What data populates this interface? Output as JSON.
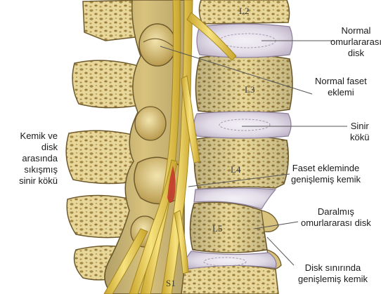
{
  "labels": {
    "normal_disc": [
      "Normal",
      "omurlararası",
      "disk"
    ],
    "normal_facet": [
      "Normal faset",
      "eklemi"
    ],
    "nerve_root": [
      "Sinir",
      "kökü"
    ],
    "facet_enlarged": [
      "Faset ekleminde",
      "genişlemiş kemik"
    ],
    "narrowed_disc": [
      "Daralmış",
      "omurlararası disk"
    ],
    "disc_margin_bone": [
      "Disk sınırında",
      "genişlemiş kemik"
    ],
    "compressed_root": [
      "Kemik ve",
      "disk",
      "arasında",
      "sıkışmış",
      "sinir kökü"
    ]
  },
  "vertebra_labels": [
    "L2",
    "L3",
    "L4",
    "L5",
    "S1"
  ],
  "colors": {
    "bone": "#e7d79a",
    "bone_dark": "#b89a4e",
    "bone_edge": "#6e5a2c",
    "trabecula": "#a78a45",
    "disc": "#e6e1ea",
    "disc_core": "#cfc6d6",
    "nerve": "#f1d45d",
    "nerve_dark": "#c9a52c",
    "compression": "#c2342a",
    "leader": "#555555"
  }
}
